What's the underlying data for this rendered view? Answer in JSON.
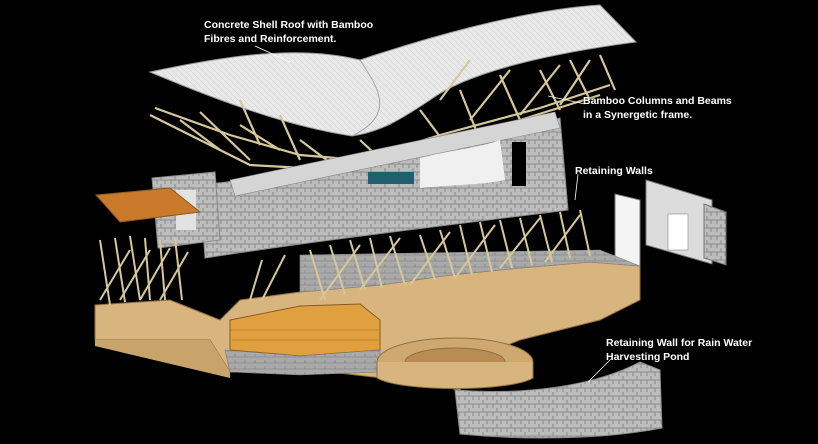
{
  "labels": {
    "roof": "Concrete Shell Roof with Bamboo\nFibres and Reinforcement.",
    "bamboo": "Bamboo Columns and Beams\nin a Synergetic frame.",
    "walls": "Retaining Walls",
    "pond": "Retaining Wall for Rain Water\nHarvesting Pond"
  },
  "colors": {
    "background": "#000000",
    "roof": "#e6e6e6",
    "bamboo": "#d6c79a",
    "stone": "#b9b9b9",
    "earth": "#d8b57e",
    "deck": "#c97a2a"
  }
}
